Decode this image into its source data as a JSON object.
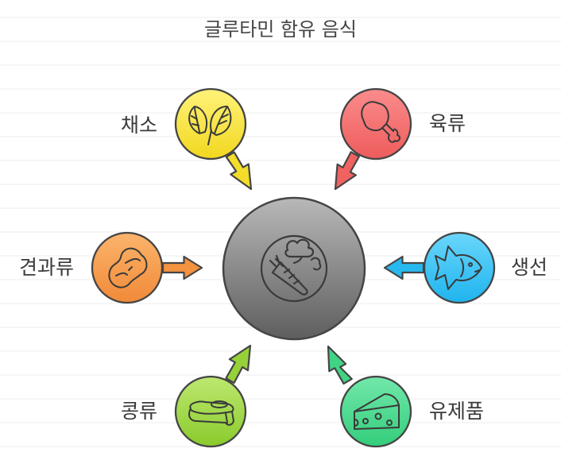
{
  "diagram": {
    "title": "글루타민 함유 음식",
    "center": {
      "icon": "carrot-broccoli-icon",
      "color": "#7a7a7a"
    },
    "nodes": [
      {
        "key": "veg",
        "label": "채소",
        "icon": "spinach-leaf-icon",
        "color": "#f5e33a"
      },
      {
        "key": "meat",
        "label": "육류",
        "icon": "chicken-drumstick-icon",
        "color": "#f47474"
      },
      {
        "key": "nuts",
        "label": "견과류",
        "icon": "peanut-icon",
        "color": "#f5a050"
      },
      {
        "key": "fish",
        "label": "생선",
        "icon": "fish-icon",
        "color": "#3cc3f5"
      },
      {
        "key": "beans",
        "label": "콩류",
        "icon": "tofu-icon",
        "color": "#a0d845"
      },
      {
        "key": "dairy",
        "label": "유제품",
        "icon": "cheese-icon",
        "color": "#4ad98e"
      }
    ]
  }
}
